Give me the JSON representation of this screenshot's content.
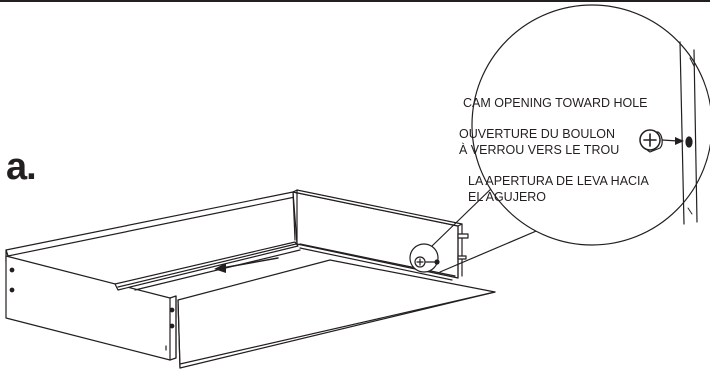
{
  "step": {
    "label": "a."
  },
  "callout": {
    "english": "CAM OPENING TOWARD HOLE",
    "french_line1": "OUVERTURE DU BOULON",
    "french_line2": "À VERROU VERS LE TROU",
    "spanish_line1": "LA APERTURA DE LEVA HACIA",
    "spanish_line2": "EL AGUJERO"
  },
  "colors": {
    "ink": "#231f20",
    "background": "#ffffff"
  }
}
